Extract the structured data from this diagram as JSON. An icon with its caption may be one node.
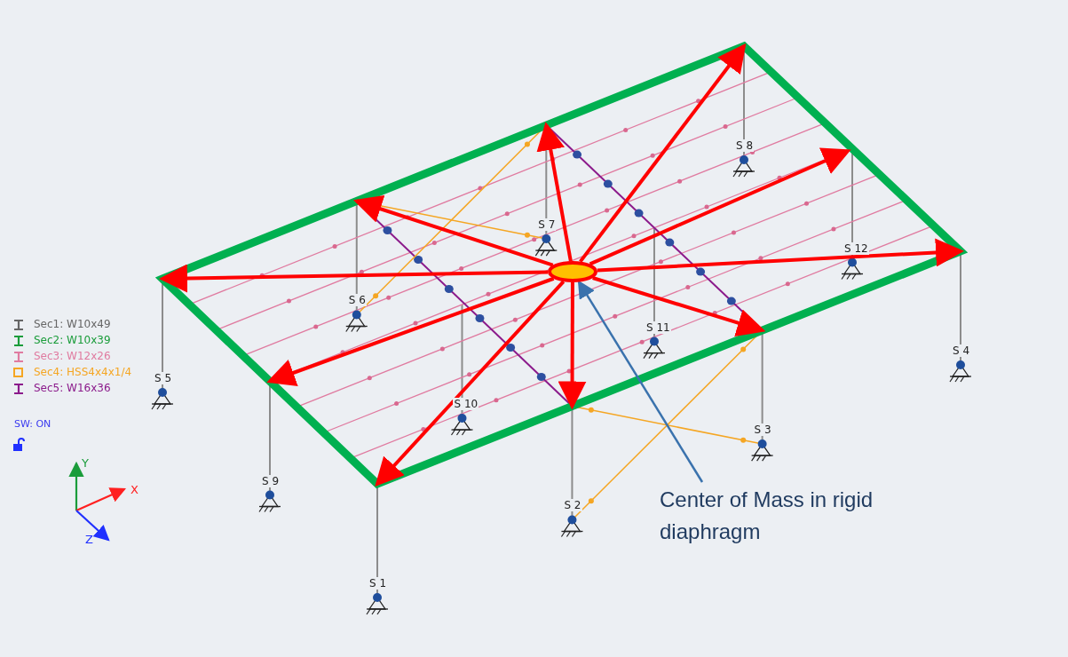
{
  "diagram": {
    "nodes": [
      {
        "text": [],
        "shape": "ellipse"
      },
      {
        "text": [
          "Center of Mass in rigid diaphragm"
        ]
      }
    ],
    "edges": [
      {
        "from": 0,
        "to": null,
        "arrow": "to"
      },
      {
        "from": 0,
        "to": null,
        "arrow": "to"
      },
      {
        "from": 0,
        "to": null,
        "arrow": "to"
      },
      {
        "from": 0,
        "to": null,
        "arrow": "to"
      },
      {
        "from": 0,
        "to": null,
        "arrow": "to"
      },
      {
        "from": 0,
        "to": null,
        "arrow": "to"
      },
      {
        "from": 0,
        "to": null,
        "arrow": "to"
      },
      {
        "from": 0,
        "to": null,
        "arrow": "to"
      },
      {
        "from": 0,
        "to": null,
        "arrow": "to"
      },
      {
        "from": 0,
        "to": null,
        "arrow": "to"
      },
      {
        "from": 1,
        "to": 0,
        "arrow": "to",
        "color": "#3a72ad"
      }
    ],
    "labels": [
      "S 8",
      "S 7",
      "S 6",
      "S 12",
      "S 11",
      "S 5",
      "S 4",
      "S 10",
      "S 3",
      "S 9",
      "S 2",
      "S 1",
      "SW: ON",
      "Y",
      "X",
      "Z"
    ],
    "legend": [
      {
        "text": "Sec1: W10x49",
        "color": "#666666"
      },
      {
        "text": "Sec2: W10x39",
        "color": "#1a9c3a"
      },
      {
        "text": "Sec3: W12x26",
        "color": "#e07ba0"
      },
      {
        "text": "Sec4: HSS4x4x1/4",
        "color": "#f5a623"
      },
      {
        "text": "Sec5: W16x36",
        "color": "#8b1a8b"
      }
    ]
  }
}
